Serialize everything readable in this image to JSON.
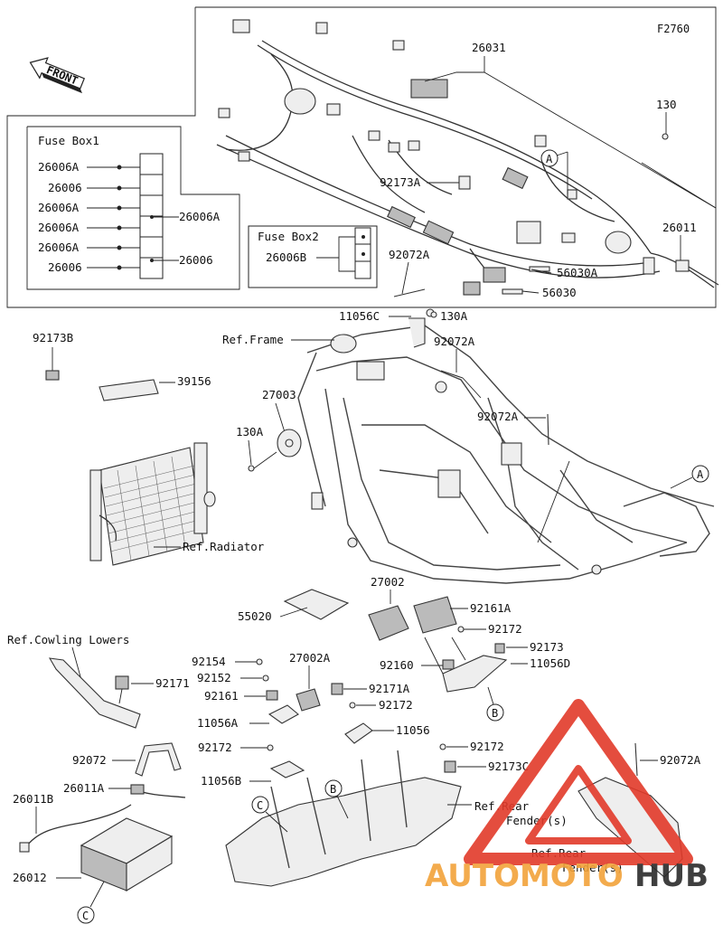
{
  "figure_code": "F2760",
  "front_label": "FRONT",
  "fuse_box1": {
    "title": "Fuse Box1",
    "labels": [
      "26006A",
      "26006",
      "26006A",
      "26006A",
      "26006A",
      "26006"
    ],
    "right_labels": [
      "26006A",
      "26006"
    ]
  },
  "fuse_box2": {
    "title": "Fuse Box2",
    "label": "26006B"
  },
  "parts": {
    "p26031": "26031",
    "p130": "130",
    "p92173A": "92173A",
    "p26011": "26011",
    "p92072A_top": "92072A",
    "p56030A": "56030A",
    "p56030": "56030",
    "p11056C": "11056C",
    "p130A_top": "130A",
    "p92072A_b": "92072A",
    "p92072A_c": "92072A",
    "p92173B": "92173B",
    "p39156": "39156",
    "p27003": "27003",
    "p130A_left": "130A",
    "p27002": "27002",
    "p92161A": "92161A",
    "p55020": "55020",
    "p92172_a": "92172",
    "p92173": "92173",
    "p92160": "92160",
    "p11056D": "11056D",
    "p92154": "92154",
    "p92152": "92152",
    "p27002A": "27002A",
    "p92161": "92161",
    "p92171A": "92171A",
    "p92172_b": "92172",
    "p11056A": "11056A",
    "p11056": "11056",
    "p92171": "92171",
    "p92172_c": "92172",
    "p92172_d": "92172",
    "p92173C": "92173C",
    "p92072A_d": "92072A",
    "p11056B": "11056B",
    "p92072": "92072",
    "p26011A": "26011A",
    "p26011B": "26011B",
    "p26012": "26012"
  },
  "refs": {
    "frame": "Ref.Frame",
    "radiator": "Ref.Radiator",
    "cowling": "Ref.Cowling Lowers",
    "rear_fender_1": "Ref.Rear\nFender(s)",
    "rear_fender_1a": "Ref.Rear",
    "rear_fender_1b": "Fender(s)",
    "rear_fender_2a": "Ref.Rear",
    "rear_fender_2b": "Fender(s)"
  },
  "callouts": {
    "A": "A",
    "B": "B",
    "C": "C"
  },
  "watermark": {
    "part1": "AUTOMOTO",
    "part2": "HUB"
  },
  "colors": {
    "watermark_red": "#e23a2a",
    "watermark_orange": "#f2a33a",
    "watermark_dark": "#2b2b2b"
  }
}
